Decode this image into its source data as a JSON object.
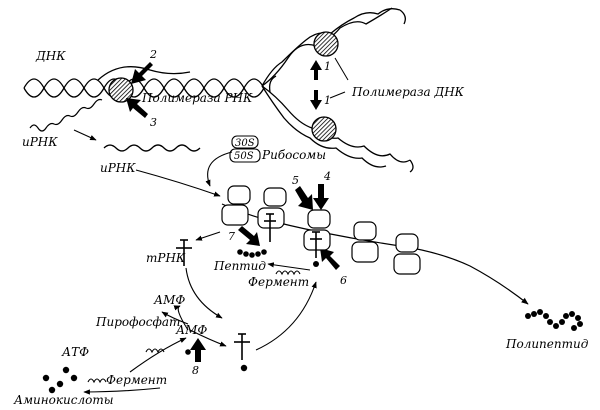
{
  "labels": {
    "dna": "ДНК",
    "rna_polymerase": "Полимераза РНК",
    "dna_polymerase": "Полимераза ДНК",
    "mrna_left": "иРНК",
    "mrna_center": "иРНК",
    "ribosome_30s": "30S",
    "ribosome_50s": "50S",
    "ribosomes": "Рибосомы",
    "trna": "тРНК",
    "peptide": "Пептид",
    "enzyme_upper": "Фермент",
    "enzyme_lower": "Фермент",
    "amp_upper": "АМФ",
    "amp_lower": "АМФ",
    "pyrophosphate": "Пирофосфат",
    "atp": "АТФ",
    "amino_acids": "Аминокислоты",
    "polypeptide": "Полипептид"
  },
  "step_numbers": {
    "n1a": "1",
    "n1b": "1",
    "n2": "2",
    "n3": "3",
    "n4": "4",
    "n5": "5",
    "n6": "6",
    "n7": "7",
    "n8": "8"
  }
}
